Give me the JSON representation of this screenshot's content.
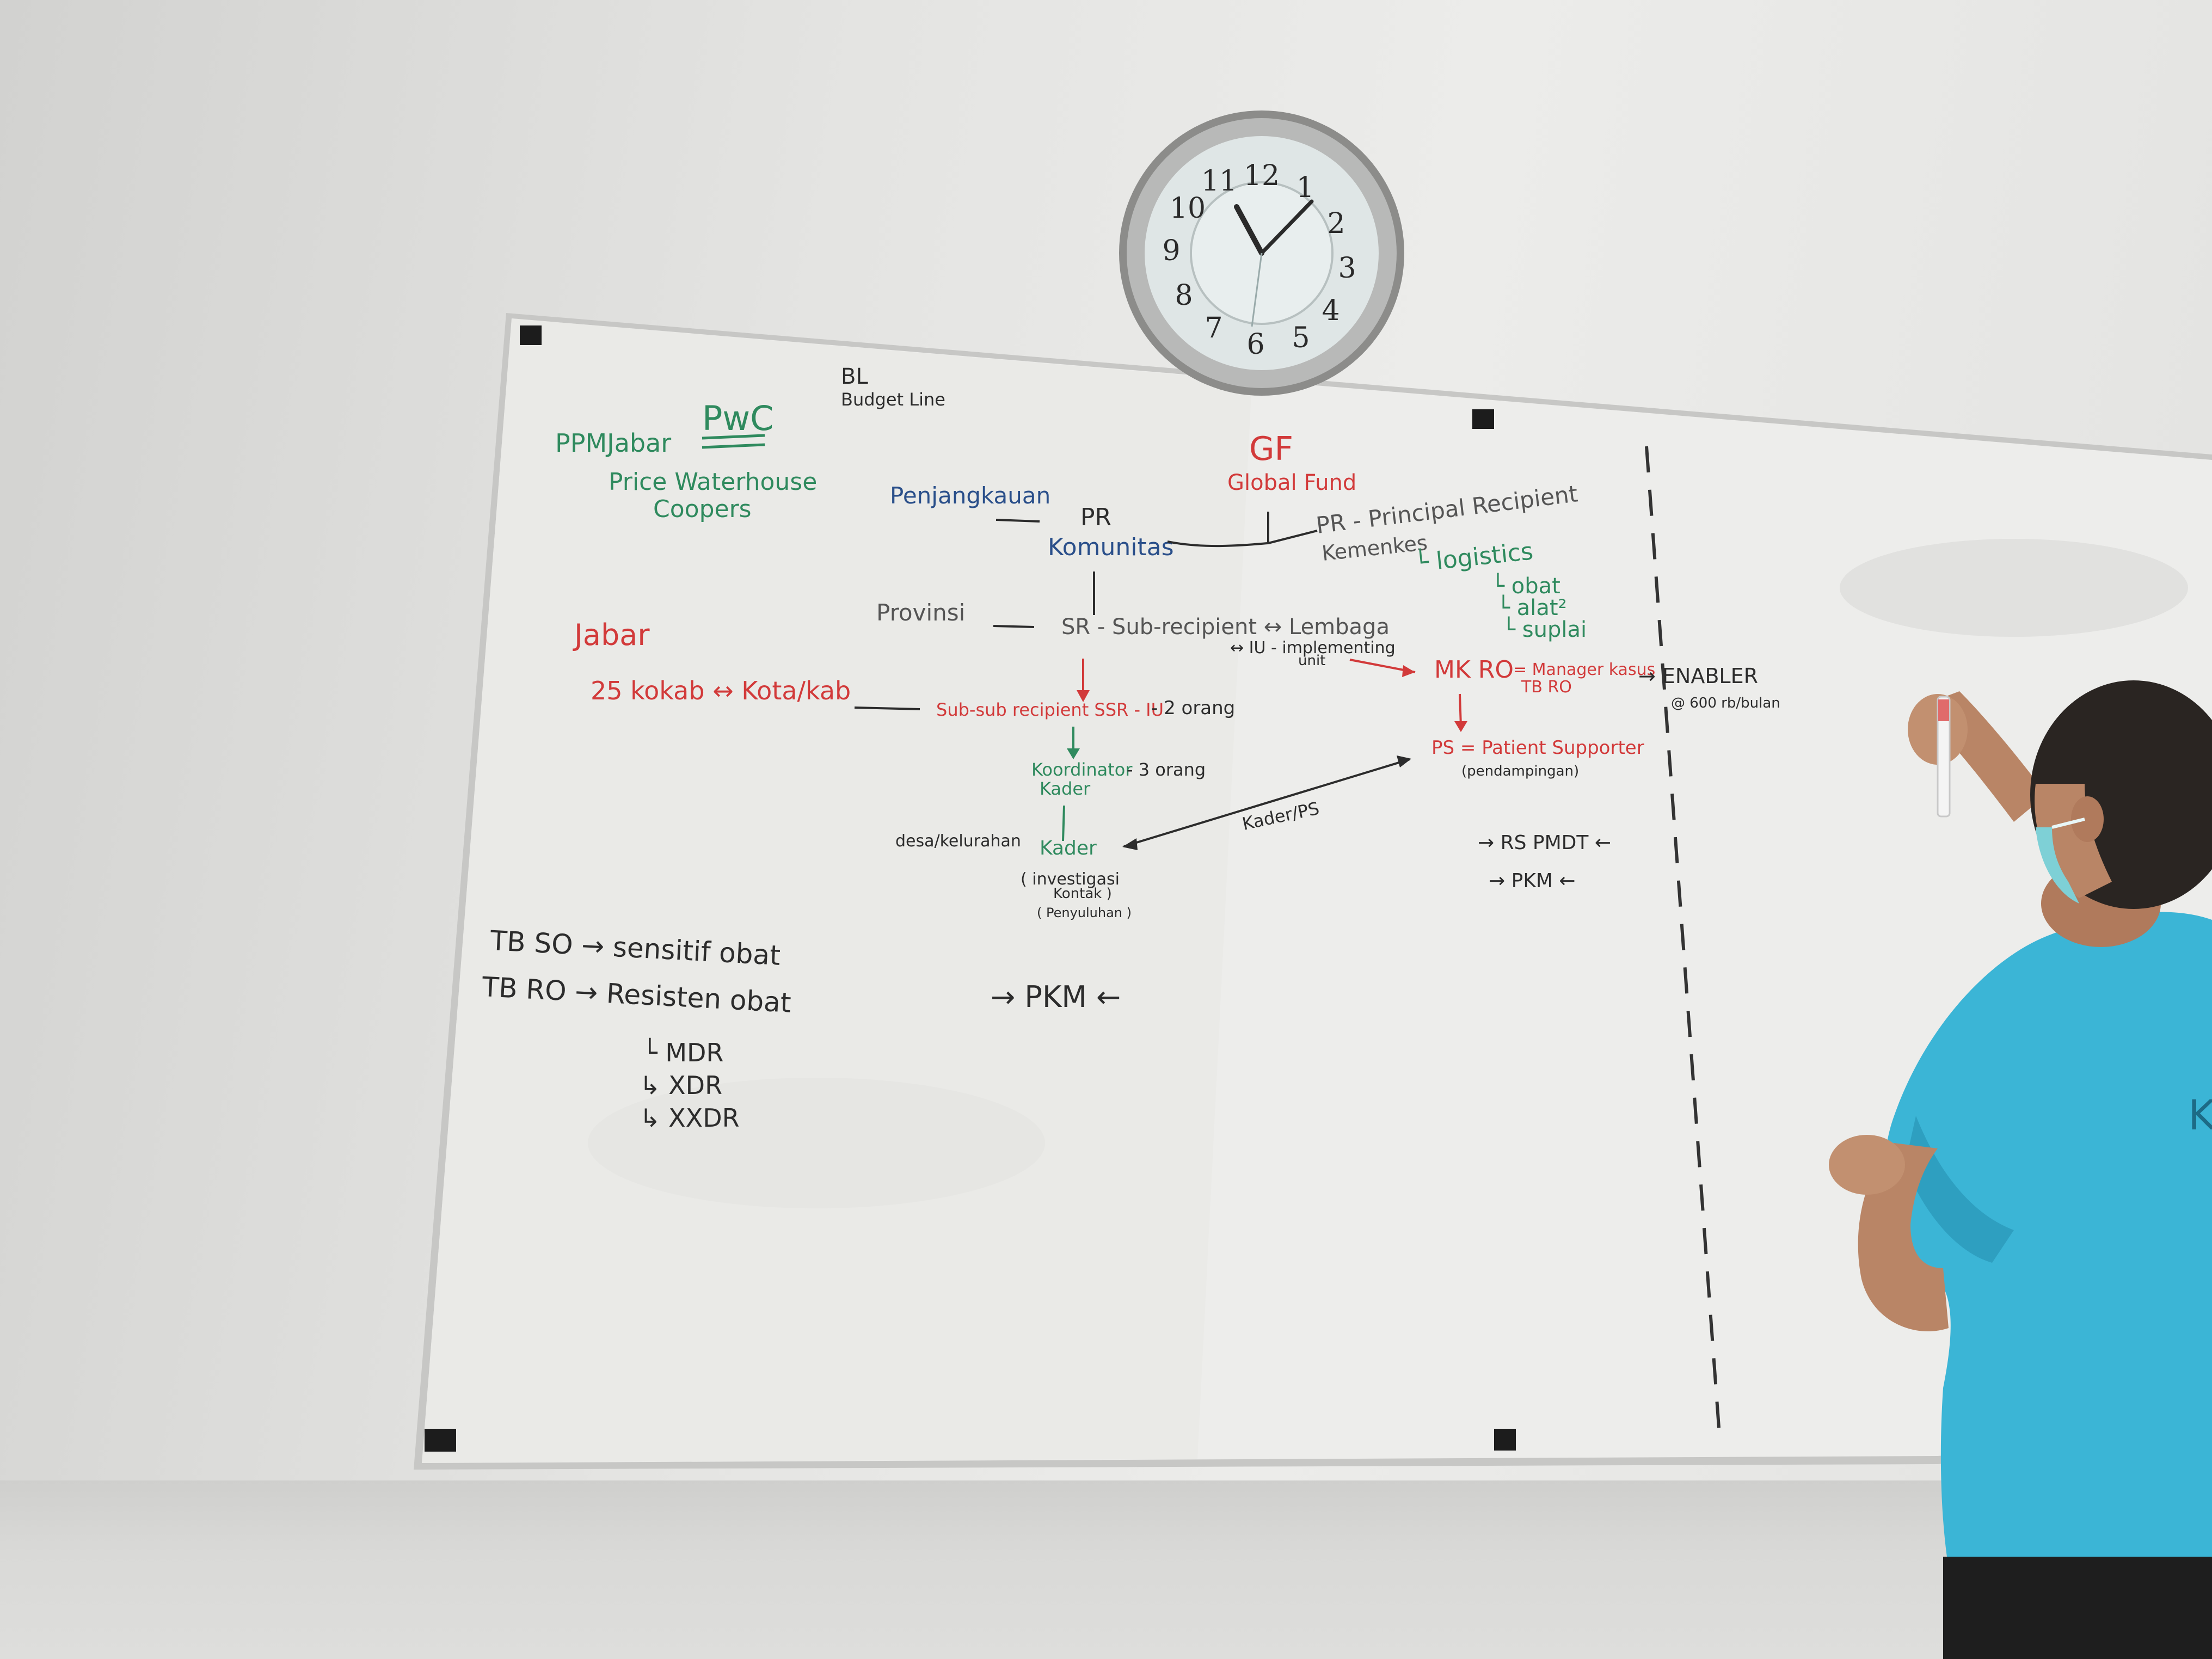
{
  "clock": {
    "numerals": [
      "12",
      "1",
      "2",
      "3",
      "4",
      "5",
      "6",
      "7",
      "8",
      "9",
      "10",
      "11"
    ]
  },
  "board": {
    "header": {
      "ppm": "PPMJabar",
      "pwc": "PwC",
      "pwc_full_1": "Price Waterhouse",
      "pwc_full_2": "Coopers",
      "bl": "BL",
      "budget_line": "Budget Line",
      "gf": "GF",
      "global_fund": "Global Fund"
    },
    "left": {
      "penjangkauan": "Penjangkauan",
      "provinsi": "Provinsi",
      "jabar": "Jabar",
      "kokab": "25 kokab ↔ Kota/kab",
      "desa": "desa/kelurahan"
    },
    "center": {
      "pr": "PR",
      "komunitas": "Komunitas",
      "sr": "SR - Sub-recipient ↔ Lembaga",
      "iu": "↔ IU - implementing",
      "unit": "unit",
      "ssr": "Sub-sub recipient SSR - IU",
      "ssr_count": "- 2 orang",
      "koordinator": "Koordinator",
      "kader_label": "Kader",
      "koordinator_count": "- 3 orang",
      "kader": "Kader",
      "investigasi": "( investigasi",
      "kontak": "Kontak )",
      "penyuluhan": "( Penyuluhan )",
      "kader_ps": "Kader/PS",
      "pkm_bottom": "→ PKM ←"
    },
    "right": {
      "pr_principal": "PR - Principal Recipient",
      "kemenkes": "Kemenkes",
      "logistics": "└ logistics",
      "obat": "└ obat",
      "alat": "└ alat²",
      "suplai": "└ suplai",
      "mk_ro": "MK RO",
      "manager": "= Manager kasus",
      "tb_ro": "TB RO",
      "enabler": "→ ENABLER",
      "enabler_amount": "@ 600 rb/bulan",
      "ps": "PS = Patient Supporter",
      "pendampingan": "(pendampingan)",
      "rs_pmdt": "→ RS PMDT ←",
      "pkm": "→ PKM ←"
    },
    "tb": {
      "tb_so": "TB SO → sensitif obat",
      "tb_ro": "TB RO → Resisten obat",
      "mdr": "└ MDR",
      "xdr": "↳ XDR",
      "xxdr": "↳ XXDR"
    }
  },
  "person": {
    "shirt_letter": "K"
  },
  "colors": {
    "green": "#2f8a5e",
    "blue": "#2a4f8a",
    "red": "#d23a3a",
    "black": "#2c2c2c",
    "shirt": "#3bb5d6"
  }
}
